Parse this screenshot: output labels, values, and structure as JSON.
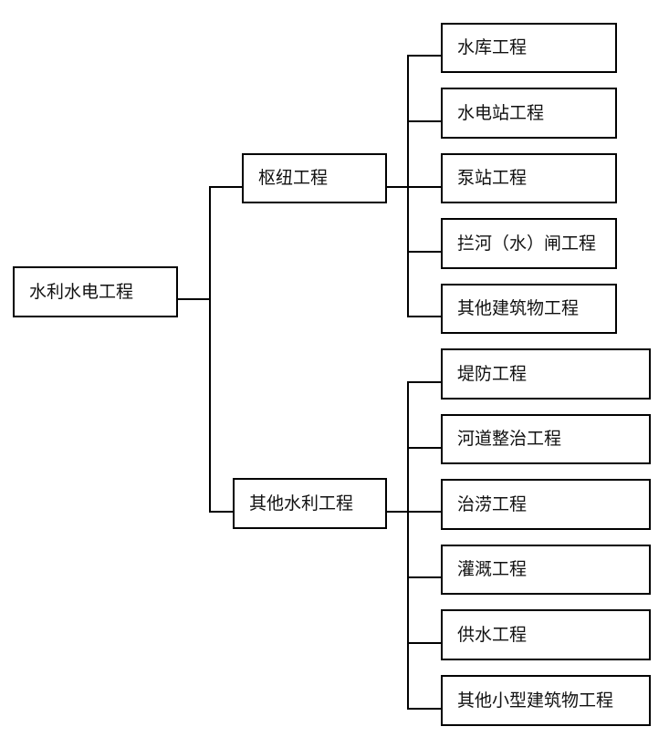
{
  "root": {
    "label": "水利水电工程"
  },
  "branches": [
    {
      "label": "枢纽工程",
      "children": [
        "水库工程",
        "水电站工程",
        "泵站工程",
        "拦河（水）闸工程",
        "其他建筑物工程"
      ]
    },
    {
      "label": "其他水利工程",
      "children": [
        "堤防工程",
        "河道整治工程",
        "治涝工程",
        "灌溉工程",
        "供水工程",
        "其他小型建筑物工程"
      ]
    }
  ]
}
